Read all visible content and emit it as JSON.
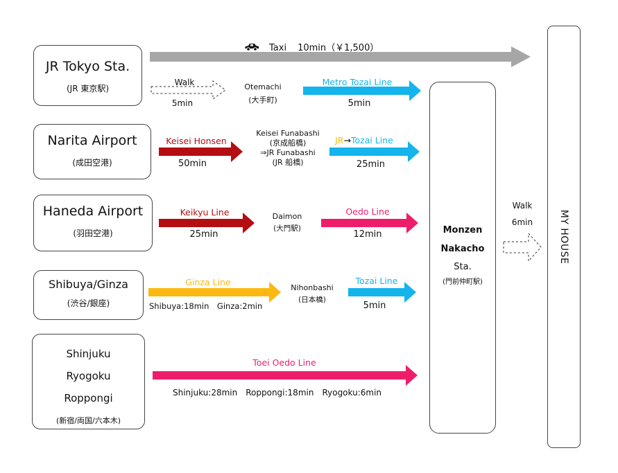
{
  "colors": {
    "red": "#b40d12",
    "blue": "#14b4ec",
    "pink": "#ee1d6c",
    "yellow": "#fbb911",
    "gray": "#a6a6a6",
    "black": "#111111"
  },
  "taxi": {
    "icon": "car-icon",
    "label": "Taxi",
    "detail": "10min（￥1,500）"
  },
  "tokyo": {
    "name": "JR Tokyo Sta.",
    "jp": "(JR 東京駅)",
    "walk_label": "Walk",
    "walk_time": "5min",
    "transfer_en": "Otemachi",
    "transfer_jp": "(大手町)",
    "line": "Metro Tozai Line",
    "line_time": "5min"
  },
  "narita": {
    "name": "Narita Airport",
    "jp": "(成田空港)",
    "line1": "Keisei Honsen",
    "line1_time": "50min",
    "transfer_1": "Keisei Funabashi",
    "transfer_1_jp": "(京成船橋)",
    "transfer_2": "⇒JR Funabashi",
    "transfer_2_jp": "(JR 船橋)",
    "line2_jr": "JR",
    "line2_arrow": "→",
    "line2_tozai": "Tozai Line",
    "line2_time": "25min"
  },
  "haneda": {
    "name": "Haneda Airport",
    "jp": "(羽田空港)",
    "line1": "Keikyu Line",
    "line1_time": "25min",
    "transfer_en": "Daimon",
    "transfer_jp": "(大門駅)",
    "line2": "Oedo Line",
    "line2_time": "12min"
  },
  "shibuya": {
    "name": "Shibuya/Ginza",
    "jp": "(渋谷/銀座)",
    "line1": "Ginza Line",
    "line1_times": "Shibuya:18min　Ginza:2min",
    "transfer_en": "Nihonbashi",
    "transfer_jp": "(日本橋)",
    "line2": "Tozai Line",
    "line2_time": "5min"
  },
  "shinjuku": {
    "names": [
      "Shinjuku",
      "Ryogoku",
      "Roppongi"
    ],
    "jp": "(新宿/両国/六本木)",
    "line": "Toei Oedo Line",
    "times": "Shinjuku:28min　Roppongi:18min　Ryogoku:6min"
  },
  "monzen": {
    "line1": "Monzen",
    "line2": "Nakacho",
    "line3": "Sta.",
    "jp": "(門前仲町駅)"
  },
  "final_walk": {
    "label": "Walk",
    "time": "6min"
  },
  "destination": "MY HOUSE"
}
